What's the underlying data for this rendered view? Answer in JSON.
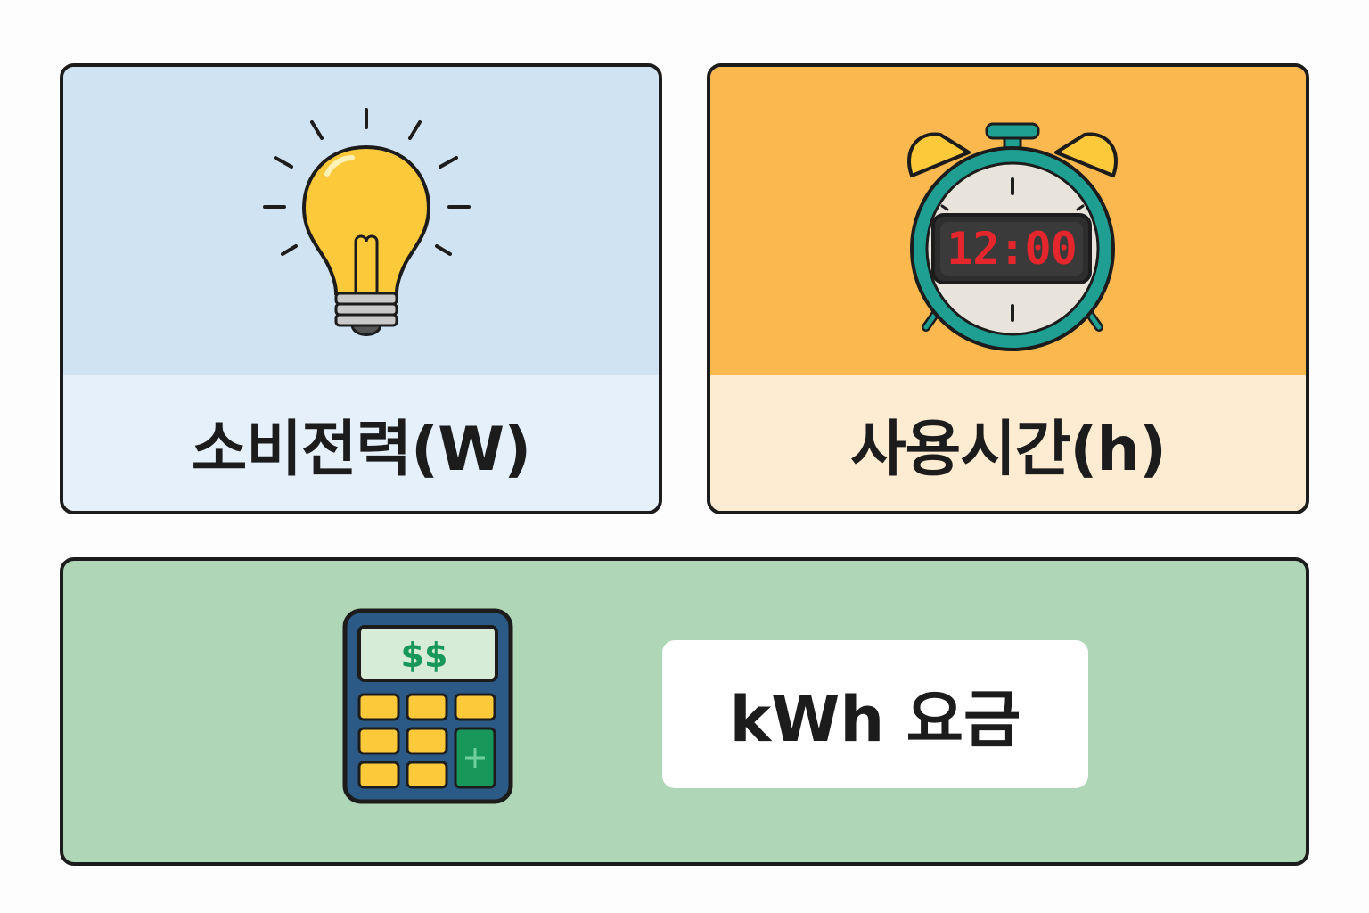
{
  "cards": {
    "power": {
      "label": "소비전력(W)",
      "icon": "lightbulb-icon",
      "top_color": "#d0e3f3",
      "bottom_color": "#e6f0fa"
    },
    "time": {
      "label": "사용시간(h)",
      "icon": "alarm-clock-icon",
      "clock_display": "12:00",
      "top_color": "#fbb84e",
      "bottom_color": "#fdebd2"
    },
    "cost": {
      "label": "kWh 요금",
      "icon": "calculator-icon",
      "calculator_display": "$$",
      "background_color": "#afd6b6"
    }
  }
}
